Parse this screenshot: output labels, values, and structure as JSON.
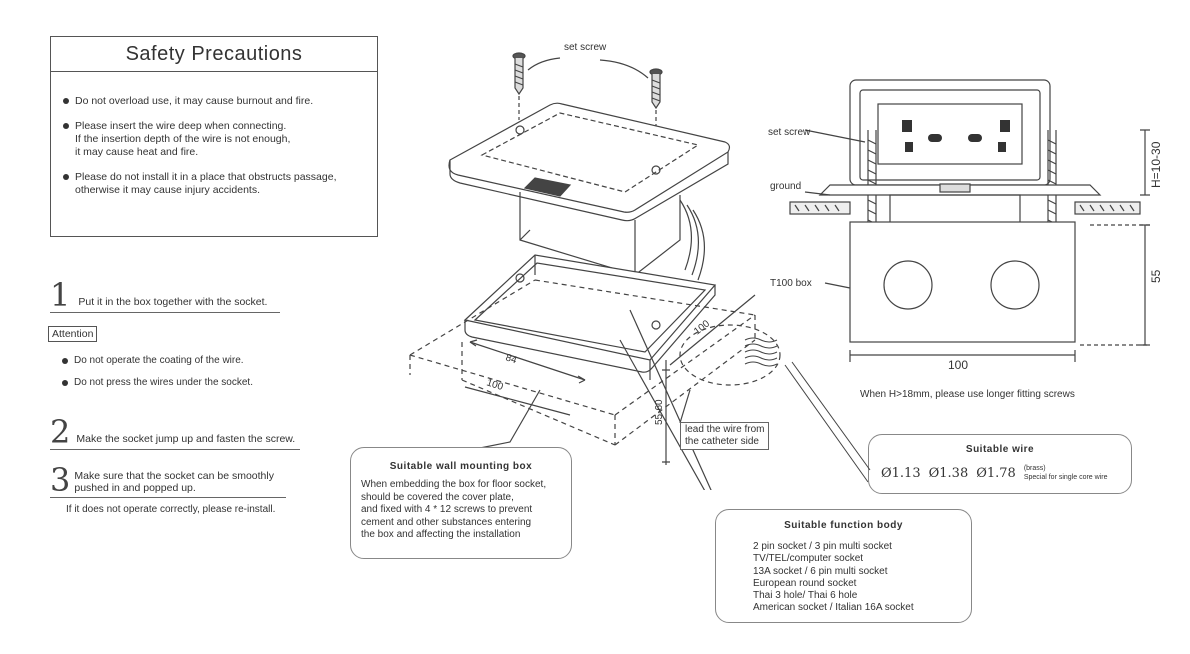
{
  "safety": {
    "title": "Safety Precautions",
    "items": [
      "Do not overload use,  it may cause burnout and fire.",
      "Please insert the wire deep when connecting.\nIf the insertion depth of the wire is not enough,\nit may cause heat and fire.",
      "Please do not install it in a place that obstructs passage,\notherwise it may cause injury accidents."
    ]
  },
  "steps": [
    {
      "num": "1",
      "text": "Put it in the box together with the socket."
    },
    {
      "num": "2",
      "text": "Make the socket jump up and fasten the screw."
    },
    {
      "num": "3",
      "text": "Make sure that the socket can be smoothly\npushed in and popped up."
    }
  ],
  "attention": {
    "label": "Attention",
    "items": [
      "Do not operate the coating of the wire.",
      "Do not press the wires under the socket."
    ]
  },
  "reinstall_note": "If it does not operate correctly, please re-install.",
  "iso": {
    "set_screw": "set screw",
    "dim_84": "84",
    "dim_100_left": "100",
    "dim_100_right": "100",
    "dim_depth": "55-60",
    "lead_wire": "lead the wire from\nthe catheter side"
  },
  "wall_box": {
    "title": "Suitable wall mounting box",
    "body": "When embedding the box for floor socket,\nshould be covered the cover plate,\nand fixed with 4 * 12 screws  to prevent\ncement and other substances entering\nthe box and affecting the installation"
  },
  "function_body": {
    "title": "Suitable function body",
    "items": [
      "2 pin socket  /  3 pin multi socket",
      "TV/TEL/computer socket",
      "13A socket / 6 pin multi socket",
      "European round socket",
      "Thai 3 hole/  Thai 6 hole",
      "American socket / Italian 16A socket"
    ]
  },
  "wire": {
    "title": "Suitable wire",
    "sizes": [
      "Ø1.13",
      "Ø1.38",
      "Ø1.78"
    ],
    "brass": "(brass)",
    "note": "Special for single core wire"
  },
  "side_view": {
    "set_screw": "set screw",
    "ground": "ground",
    "box": "T100 box",
    "height": "H=10-30",
    "dim_55": "55",
    "dim_100": "100",
    "note": "When H>18mm, please use longer fitting screws"
  }
}
